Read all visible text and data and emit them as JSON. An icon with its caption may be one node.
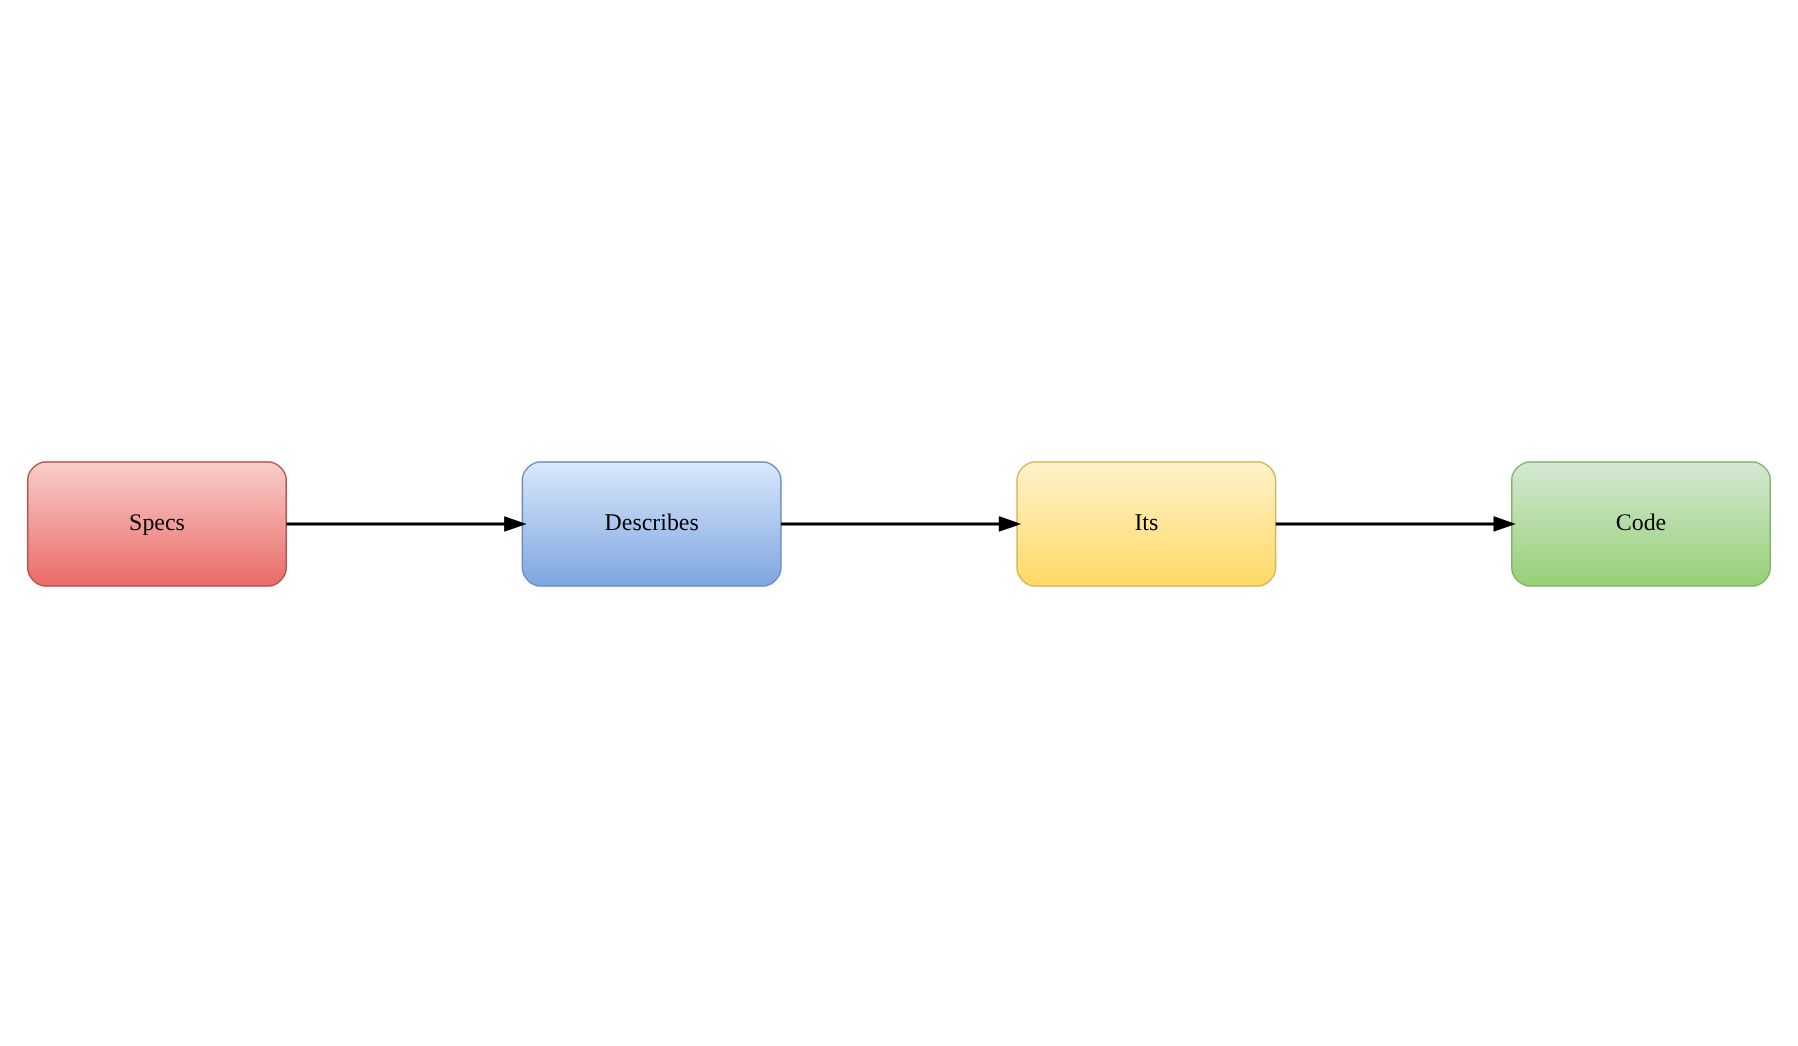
{
  "diagram": {
    "nodes": [
      {
        "text": [
          "Specs"
        ]
      },
      {
        "text": [
          "Describes"
        ]
      },
      {
        "text": [
          "Its"
        ]
      },
      {
        "text": [
          "Code"
        ]
      }
    ],
    "edges": [
      {
        "from": 0,
        "to": 1,
        "arrow": "to"
      },
      {
        "from": 1,
        "to": 2,
        "arrow": "to"
      },
      {
        "from": 2,
        "to": 3,
        "arrow": "to"
      }
    ]
  }
}
